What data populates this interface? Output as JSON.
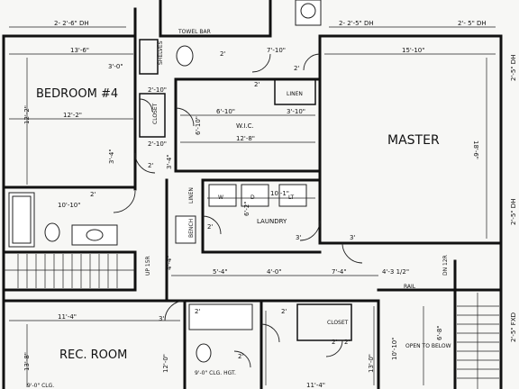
{
  "rooms": {
    "bedroom4": "BEDROOM #4",
    "master": "MASTER",
    "rec_room": "REC. ROOM",
    "wic": "W.I.C.",
    "laundry": "LAUNDRY",
    "linen": "LINEN",
    "closet_left": "CLOSET",
    "closet_lower": "CLOSET",
    "linen_small": "LINEN",
    "bench": "BENCH",
    "towel_bar": "TOWEL BAR",
    "shelves": "SHELVES",
    "open_to_below": "OPEN TO BELOW",
    "up_label": "UP 15R",
    "dn_label": "DN 12R",
    "rail": "RAIL",
    "clg_hgt": "9'-0\" CLG. HGT.",
    "clg_bottom": "9'-0\" CLG.",
    "w": "W",
    "d": "D",
    "lt": "LT"
  },
  "dims": {
    "top_left_dh": "2- 2'-6\" DH",
    "top_right_dh1": "2- 2'-5\" DH",
    "top_right_dh2": "2'- 5\" DH",
    "bed4_width": "13'-6\"",
    "bed4_depth": "12'-2\"",
    "bed4_inner": "12'-2\"",
    "bed4_side": "3'-0\"",
    "master_width": "15'-10\"",
    "master_depth": "18'-6\"",
    "wic_width": "6'-10\"",
    "wic_length": "12'-8\"",
    "wic_small": "6'-10\"",
    "linen_w": "3'-10\"",
    "bath_top": "7'-10\"",
    "closet_w1": "2'-10\"",
    "closet_w2": "2'-10\"",
    "bath_w": "10'-10\"",
    "laundry_w": "10'-1\"",
    "laundry_d": "6'-2\"",
    "hall_a": "5'-4\"",
    "hall_b": "4'-0\"",
    "hall_c": "7'-4\"",
    "hall_d": "4'-3 1/2\"",
    "rec_width": "11'-4\"",
    "rec_depth": "13'-8\"",
    "lower_mid": "11'-4\"",
    "lower_c": "12'-0\"",
    "lower_d": "13'-0\"",
    "open_dim": "10'-10\"",
    "right_dh1": "2'-5\" DH",
    "right_dh2": "2'-5\" DH",
    "right_dh3": "2'-5\" FXD",
    "door_2a": "2'",
    "door_2b": "2'",
    "door_2c": "2'",
    "door_2d": "2'",
    "door_2e": "2'",
    "door_2f": "2'",
    "door_3a": "3'",
    "door_3b": "3'",
    "door_3c": "3'",
    "door_2g": "2'",
    "door_2h": "2'",
    "door_2i": "2'",
    "door_2j": "2'",
    "door_2k": "2'",
    "wall_d1": "3'-4\"",
    "wall_d2": "4'-4\"",
    "wall_d3": "3'-4\"",
    "wall_d4": "6'-8\""
  }
}
